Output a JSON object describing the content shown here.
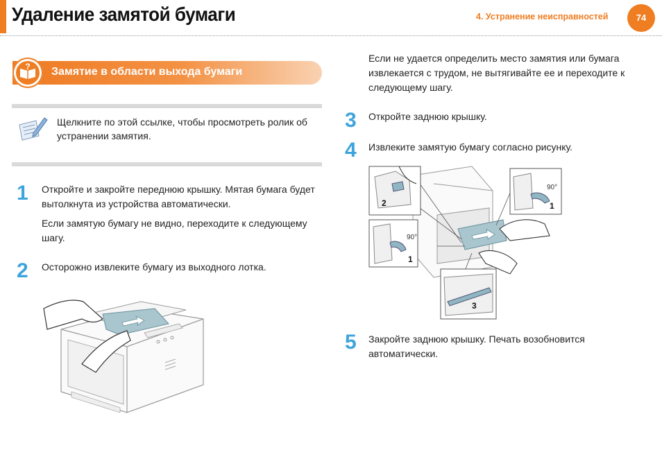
{
  "header": {
    "title": "Удаление замятой бумаги",
    "chapter": "4.  Устранение неисправностей",
    "page_number": "74"
  },
  "section": {
    "title": "Замятие в области выхода бумаги"
  },
  "note": {
    "text": "Щелкните по этой ссылке, чтобы просмотреть ролик об устранении замятия."
  },
  "steps": [
    {
      "number": "1",
      "paragraphs": [
        "Откройте и закройте переднюю крышку. Мятая бумага будет вытолкнута из устройства автоматически.",
        "Если замятую бумагу не видно, переходите к следующему шагу."
      ]
    },
    {
      "number": "2",
      "paragraphs": [
        "Осторожно извлеките бумагу из выходного лотка."
      ]
    },
    {
      "number": "3",
      "paragraphs": [
        "Откройте заднюю крышку."
      ]
    },
    {
      "number": "4",
      "paragraphs": [
        "Извлеките замятую бумагу согласно рисунку."
      ]
    },
    {
      "number": "5",
      "paragraphs": [
        "Закройте заднюю крышку. Печать возобновится автоматически."
      ]
    }
  ],
  "right_intro": "Если не удается определить место замятия или бумага извлекается с трудом, не вытягивайте ее и переходите к следующему шагу.",
  "figure": {
    "callouts": [
      "2",
      "1",
      "1",
      "3"
    ],
    "angles": [
      "90°",
      "90°"
    ]
  },
  "colors": {
    "accent": "#ef7d22",
    "step_number": "#3ea4dc"
  }
}
